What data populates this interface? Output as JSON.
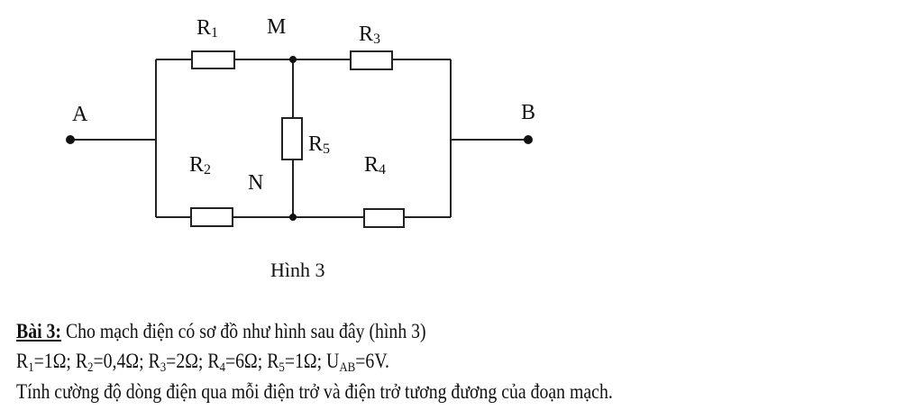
{
  "figure": {
    "title": "Hình 3",
    "nodes": {
      "A": "A",
      "B": "B",
      "M": "M",
      "N": "N"
    },
    "resistors": [
      {
        "name": "R",
        "sub": "1"
      },
      {
        "name": "R",
        "sub": "2"
      },
      {
        "name": "R",
        "sub": "3"
      },
      {
        "name": "R",
        "sub": "4"
      },
      {
        "name": "R",
        "sub": "5"
      }
    ]
  },
  "problem": {
    "heading": "Bài 3:",
    "intro": " Cho mạch điện có sơ đồ như hình sau đây  (hình 3)",
    "values": [
      {
        "sym": "R",
        "sub": "1",
        "val": "=1Ω; "
      },
      {
        "sym": "R",
        "sub": "2",
        "val": "=0,4Ω; "
      },
      {
        "sym": "R",
        "sub": "3",
        "val": "=2Ω; "
      },
      {
        "sym": "R",
        "sub": "4",
        "val": "=6Ω; "
      },
      {
        "sym": "R",
        "sub": "5",
        "val": "=1Ω; "
      },
      {
        "sym": "U",
        "sub": "AB",
        "val": "=6V."
      }
    ],
    "question": "Tính cường độ dòng điện qua mỗi điện trở và điện trở tương đương của đoạn mạch."
  }
}
